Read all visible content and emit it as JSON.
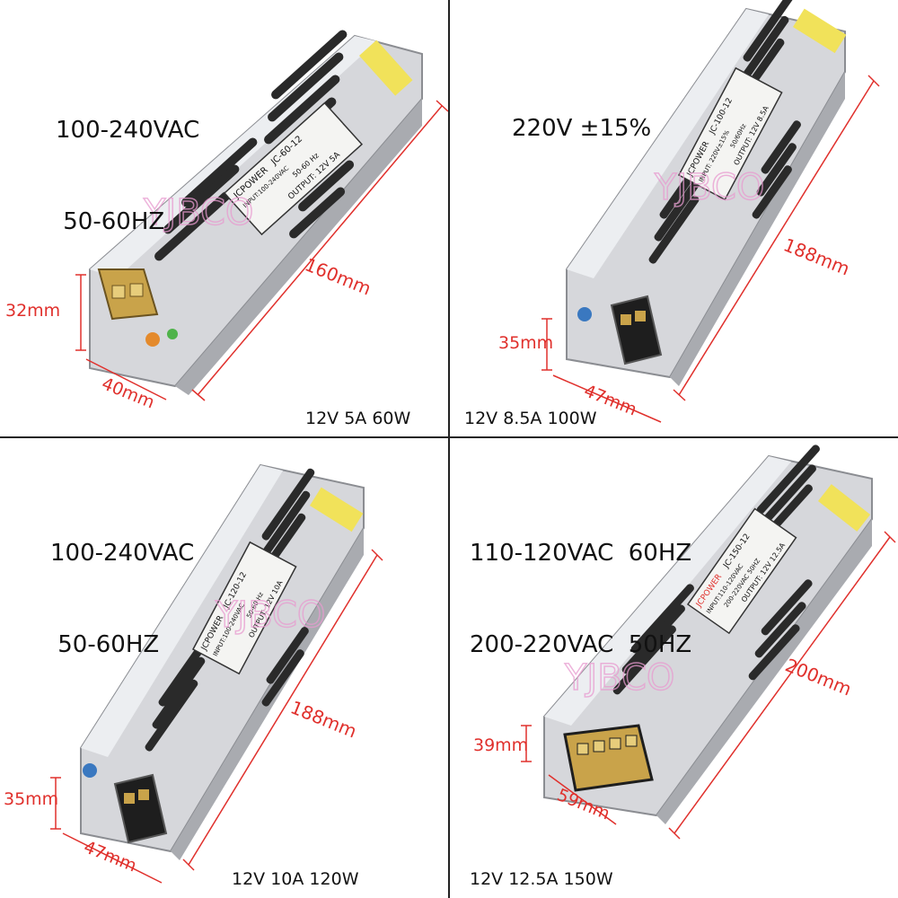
{
  "panels": [
    {
      "input_lines": [
        "100-240VAC",
        " 50-60HZ"
      ],
      "model": "12V  5A  60W",
      "dims": {
        "length": "160mm",
        "height": "32mm",
        "width": "40mm"
      },
      "label": {
        "brand": "JCPOWER",
        "part": "JC-60-12",
        "input": "INPUT:100-240VAC",
        "freq": "50-60 Hz",
        "output": "OUTPUT: 12V 5A"
      }
    },
    {
      "input_lines": [
        "220V ±15%"
      ],
      "model": "12V  8.5A  100W",
      "dims": {
        "length": "188mm",
        "height": "35mm",
        "width": "47mm"
      },
      "label": {
        "brand": "JCPOWER",
        "part": "JC-100-12",
        "input": "INPUT: 220V±15%",
        "freq": "50/60Hz",
        "output": "OUTPUT: 12V 8.5A"
      }
    },
    {
      "input_lines": [
        "100-240VAC",
        " 50-60HZ"
      ],
      "model": "12V  10A  120W",
      "dims": {
        "length": "188mm",
        "height": "35mm",
        "width": "47mm"
      },
      "label": {
        "brand": "JCPOWER",
        "part": "JC-120-12",
        "input": "INPUT:100-240VAC",
        "freq": "50-60 Hz",
        "output": "OUTPUT: 12V 10A"
      }
    },
    {
      "input_lines": [
        "110-120VAC  60HZ",
        "200-220VAC  50HZ"
      ],
      "model": "12V  12.5A  150W",
      "dims": {
        "length": "200mm",
        "height": "39mm",
        "width": "59mm"
      },
      "label": {
        "brand": "JCPOWER",
        "part": "JC-150-12",
        "input": "INPUT:110-120VAC",
        "freq": "200-220VAC 50HZ",
        "output": "OUTPUT: 12V 12.5A"
      }
    }
  ],
  "watermark": "YJBCO",
  "colors": {
    "dimension_red": "#e0302c",
    "case_silver": "#d9dade",
    "terminal_amber": "#c9a34a",
    "label_yellow": "#f1e25a",
    "watermark_pink": "#e89bd0"
  }
}
